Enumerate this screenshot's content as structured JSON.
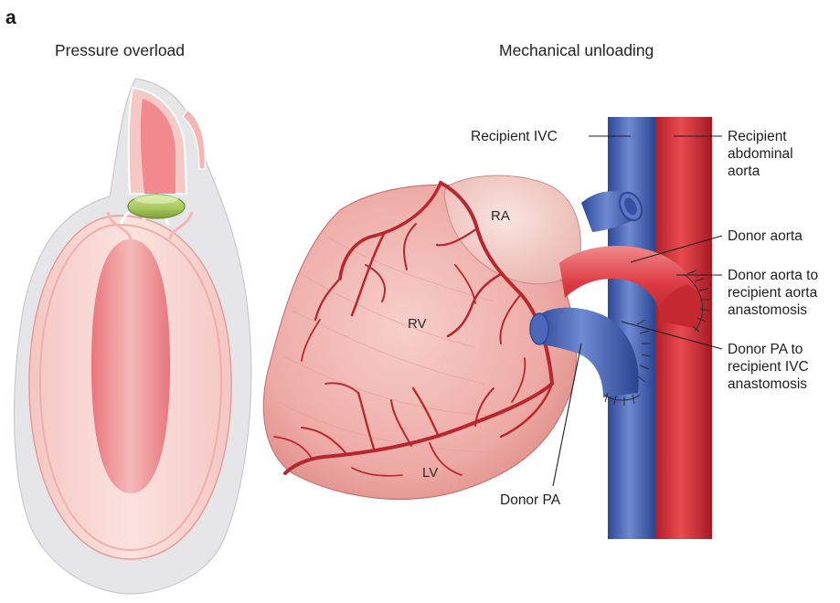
{
  "figure": {
    "panel_letter": "a",
    "left_title": "Pressure overload",
    "right_title": "Mechanical unloading",
    "anatomy": {
      "ra": "RA",
      "rv": "RV",
      "lv": "LV"
    },
    "callouts": {
      "recipient_ivc": "Recipient IVC",
      "recipient_aorta": "Recipient\nabdominal\naorta",
      "donor_aorta": "Donor aorta",
      "aorta_anastomosis": "Donor aorta to\nrecipient aorta\nanastomosis",
      "pa_anastomosis": "Donor PA to\nrecipient IVC\nanastomosis",
      "donor_pa": "Donor PA"
    },
    "colors": {
      "vein_blue": "#3f5db0",
      "artery_red": "#d42a36",
      "heart_pink": "#eeaaa6",
      "band_green": "#a8c85a",
      "coronary_red": "#b8262e"
    }
  }
}
